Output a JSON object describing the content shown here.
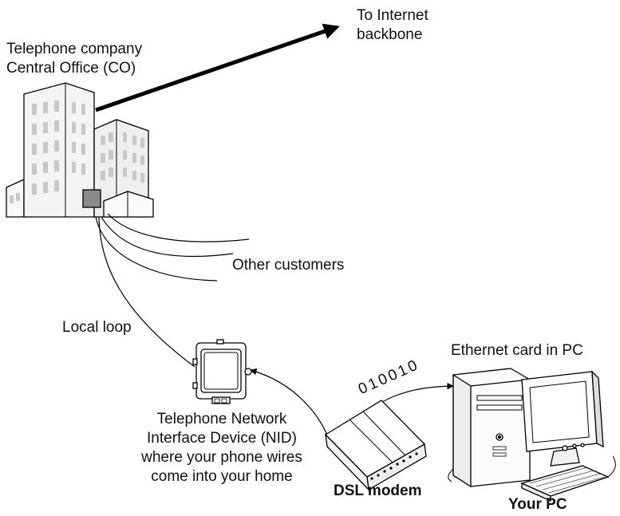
{
  "labels": {
    "co": "Telephone company Central Office (CO)",
    "internet": "To Internet backbone",
    "other_customers": "Other customers",
    "local_loop": "Local loop",
    "nid": "Telephone Network Interface Device (NID) where your phone wires come into your home",
    "ethernet_card": "Ethernet card in PC",
    "dsl_modem": "DSL modem",
    "your_pc": "Your PC",
    "bits": "010010"
  },
  "icons": {
    "central_office": "office-building-icon",
    "nid": "network-interface-device-icon",
    "modem": "dsl-modem-icon",
    "pc": "desktop-computer-icon"
  },
  "colors": {
    "line": "#000000",
    "building": "#f4f4f4",
    "window": "#c8c8c8",
    "nid_box": "#8a8a8a"
  }
}
